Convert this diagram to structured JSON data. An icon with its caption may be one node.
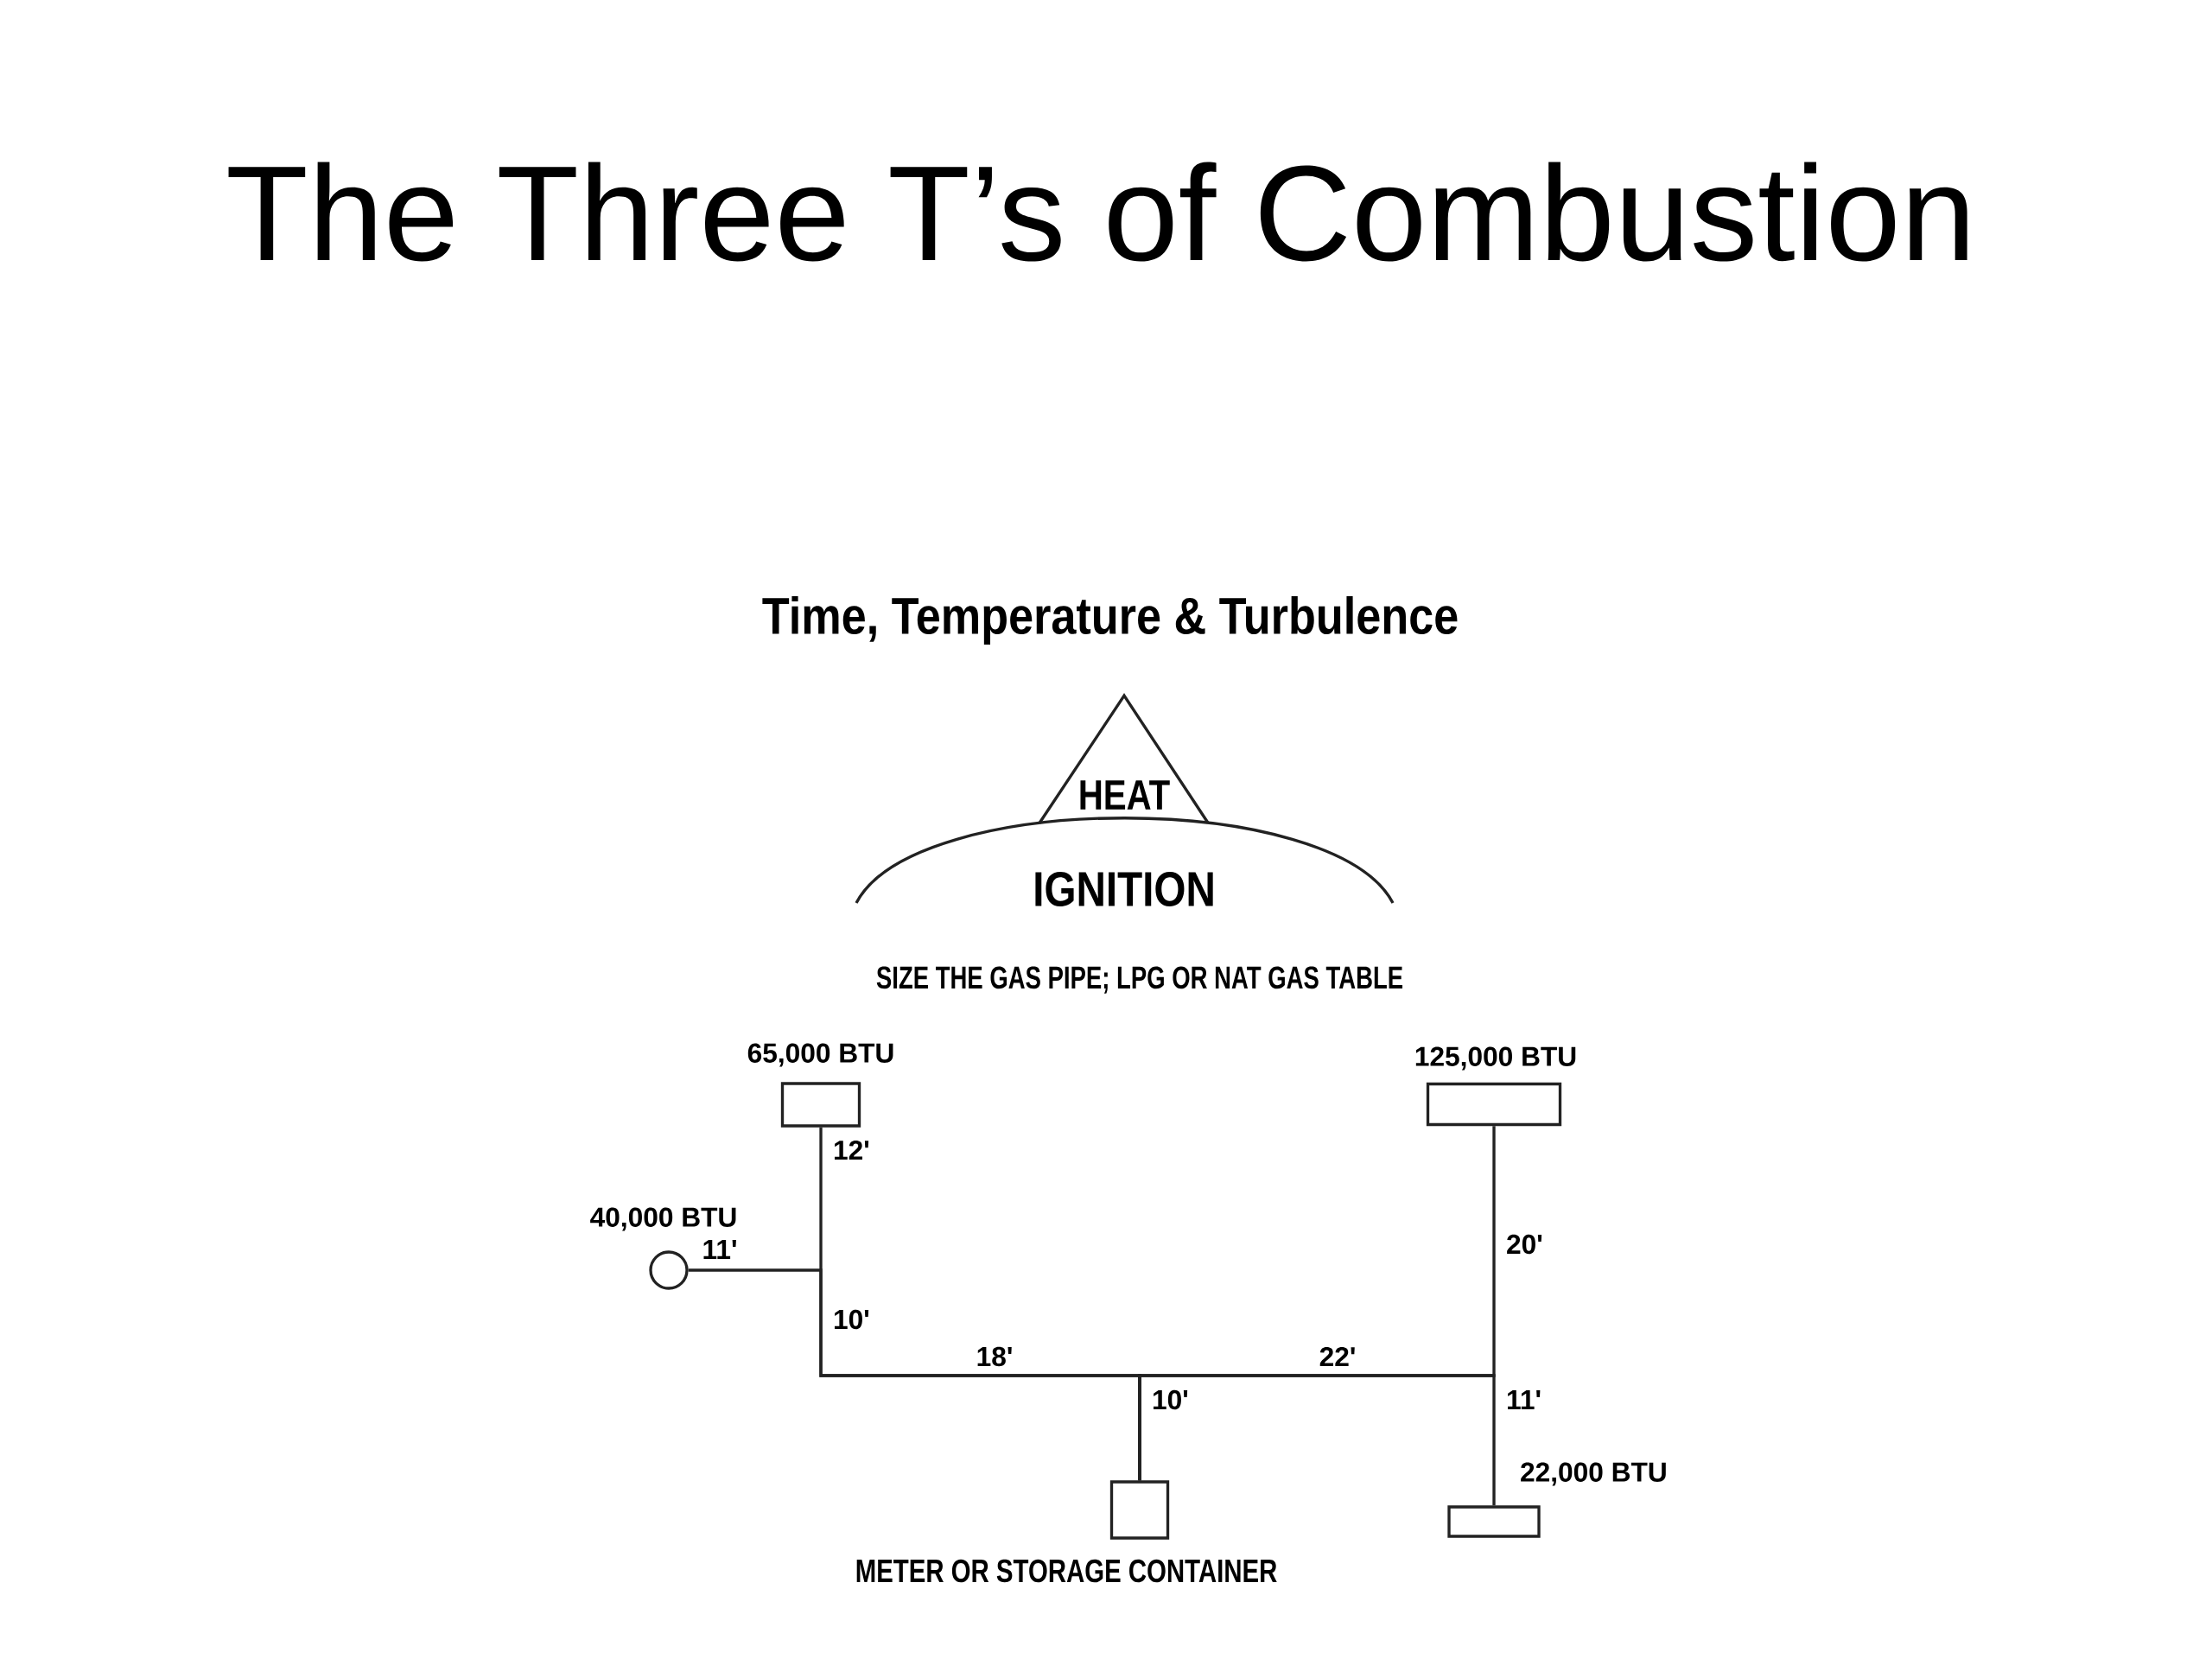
{
  "diagram": {
    "title": "The Three T’s of Combustion",
    "nodes": [
      {
        "text": [
          "HEAT"
        ]
      },
      {
        "text": [
          "IGNITION"
        ]
      },
      {
        "text": [
          "65,000 BTU"
        ]
      },
      {
        "text": [
          "125,000 BTU"
        ]
      },
      {
        "text": [
          "40,000 BTU"
        ]
      },
      {
        "text": [
          "22,000 BTU"
        ]
      },
      {
        "text": [
          "METER OR STORAGE CONTAINER"
        ]
      }
    ],
    "edges": [
      {
        "from": 6,
        "to": 2,
        "arrow": "none"
      },
      {
        "from": 6,
        "to": 4,
        "arrow": "none"
      },
      {
        "from": 6,
        "to": 3,
        "arrow": "none"
      },
      {
        "from": 6,
        "to": 5,
        "arrow": "none"
      }
    ],
    "labels": [
      "Time, Temperature & Turbulence",
      "SIZE THE GAS PIPE; LPG OR NAT GAS TABLE",
      "12'",
      "11'",
      "20'",
      "10'",
      "18'",
      "22'",
      "10'",
      "11'"
    ]
  }
}
